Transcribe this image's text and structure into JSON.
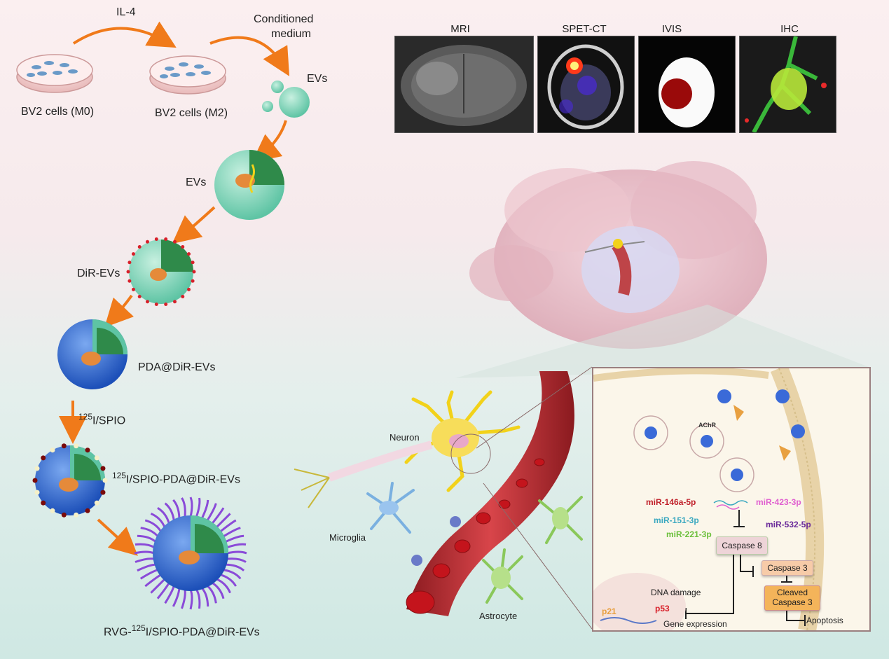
{
  "workflow": {
    "stimulus": "IL-4",
    "conditioned_medium_line1": "Conditioned",
    "conditioned_medium_line2": "medium",
    "cells_m0": "BV2 cells (M0)",
    "cells_m2": "BV2 cells (M2)",
    "evs_small": "EVs",
    "evs": "EVs",
    "dir_evs": "DiR-EVs",
    "pda_dir_evs": "PDA@DiR-EVs",
    "isotope_sup": "125",
    "spio_step": "I/SPIO",
    "spio_product": "I/SPIO-PDA@DiR-EVs",
    "rvg_prefix": "RVG-",
    "rvg_suffix": "I/SPIO-PDA@DiR-EVs"
  },
  "imaging": {
    "mri": "MRI",
    "spetct": "SPET-CT",
    "ivis": "IVIS",
    "ihc": "IHC"
  },
  "cells": {
    "neuron": "Neuron",
    "microglia": "Microglia",
    "astrocyte": "Astrocyte"
  },
  "inset": {
    "achr": "AChR",
    "mirnas": [
      {
        "label": "miR-146a-5p",
        "color": "#c0202a"
      },
      {
        "label": "miR-423-3p",
        "color": "#e060d0"
      },
      {
        "label": "miR-151-3p",
        "color": "#3aa8c0"
      },
      {
        "label": "miR-532-5p",
        "color": "#6a2a9a"
      },
      {
        "label": "miR-221-3p",
        "color": "#6abf3a"
      }
    ],
    "caspase8": "Caspase 8",
    "caspase3": "Caspase 3",
    "cleaved_line1": "Cleaved",
    "cleaved_line2": "Caspase 3",
    "apoptosis": "Apoptosis",
    "dna_damage": "DNA damage",
    "p21": "p21",
    "p53": "p53",
    "gene_expression": "Gene expression"
  }
}
